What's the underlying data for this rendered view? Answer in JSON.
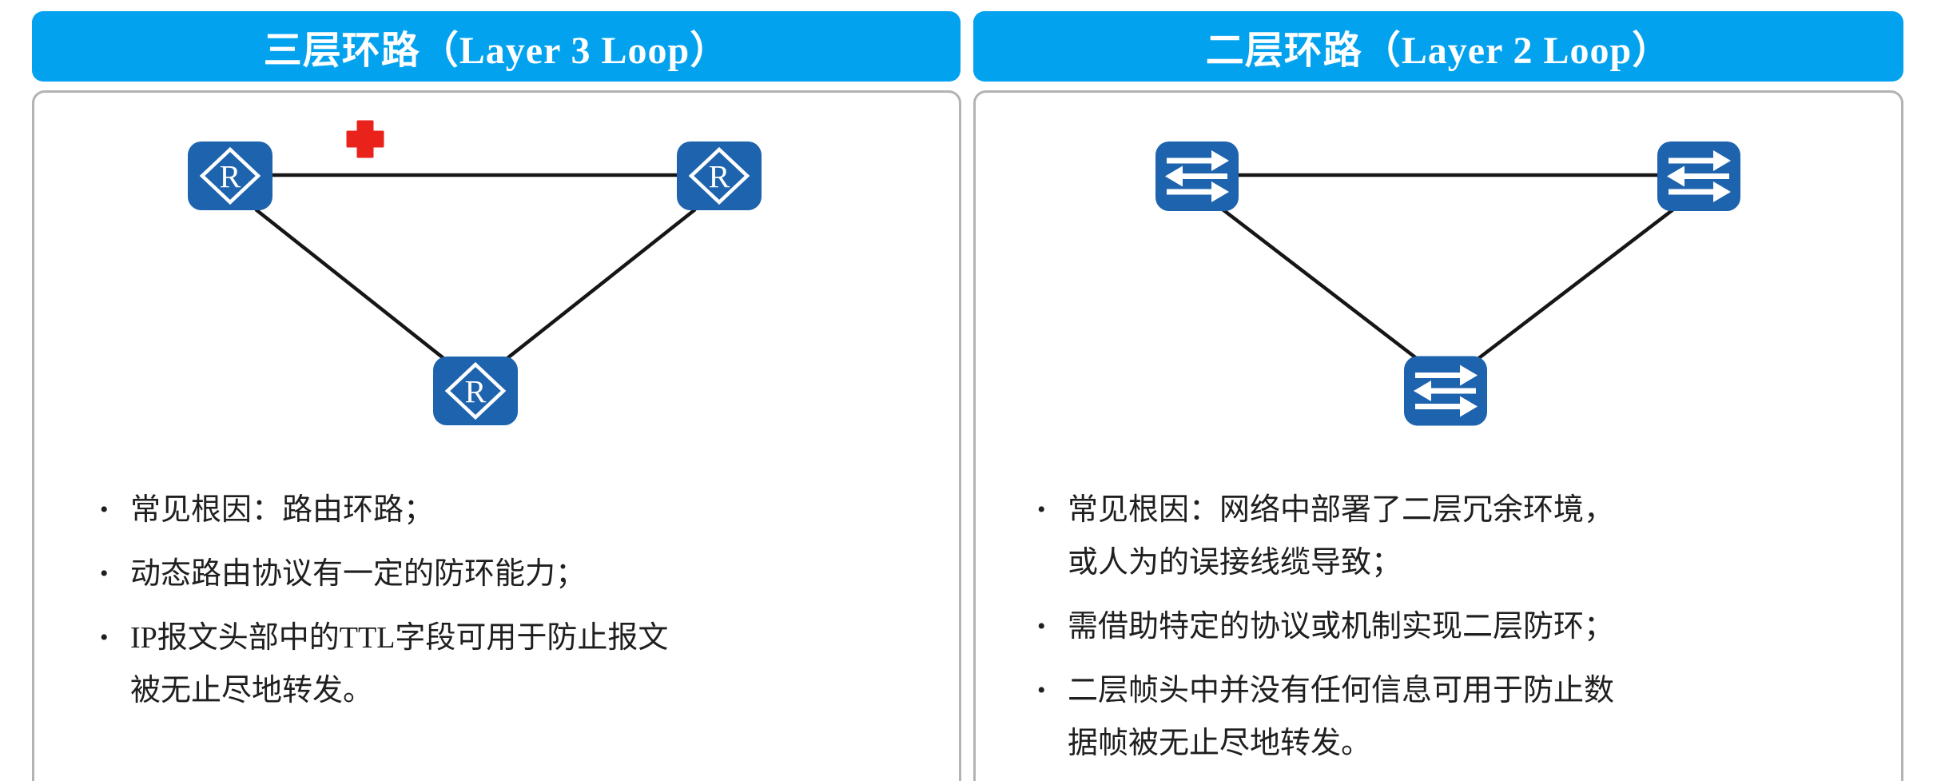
{
  "bullet_char": "•",
  "colors": {
    "header_bg": "#03a2ef",
    "header_text": "#ffffff",
    "device_blue": "#1e63ad",
    "line_color": "#161616",
    "cross_red": "#e9231c",
    "border_gray": "#b3b3b3",
    "text_color": "#1f1f1f"
  },
  "icons": {
    "router_label": "R",
    "router_icon_name": "router-icon",
    "switch_icon_name": "switch-icon",
    "blocked_cross_name": "blocked-cross-icon"
  },
  "panels": {
    "left": {
      "header": "三层环路（Layer 3 Loop）",
      "device_type": "router",
      "bullets": [
        {
          "lines": [
            "常见根因：路由环路；"
          ]
        },
        {
          "lines": [
            "动态路由协议有一定的防环能力；"
          ]
        },
        {
          "lines": [
            "IP报文头部中的TTL字段可用于防止报文",
            "被无止尽地转发。"
          ]
        }
      ]
    },
    "right": {
      "header": "二层环路（Layer 2 Loop）",
      "device_type": "switch",
      "bullets": [
        {
          "lines": [
            "常见根因：网络中部署了二层冗余环境，",
            "或人为的误接线缆导致；"
          ]
        },
        {
          "lines": [
            "需借助特定的协议或机制实现二层防环；"
          ]
        },
        {
          "lines": [
            "二层帧头中并没有任何信息可用于防止数",
            "据帧被无止尽地转发。"
          ]
        }
      ]
    }
  }
}
